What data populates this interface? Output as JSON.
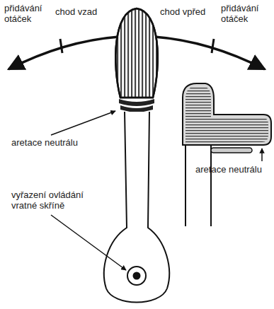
{
  "diagram": {
    "labels": [
      "přidávání otáček",
      "chod vzad",
      "chod vpřed",
      "přidávání otáček",
      "aretace neutrálu",
      "vyřazení ovládání vratné skříně",
      "aretace neutrálu"
    ]
  }
}
